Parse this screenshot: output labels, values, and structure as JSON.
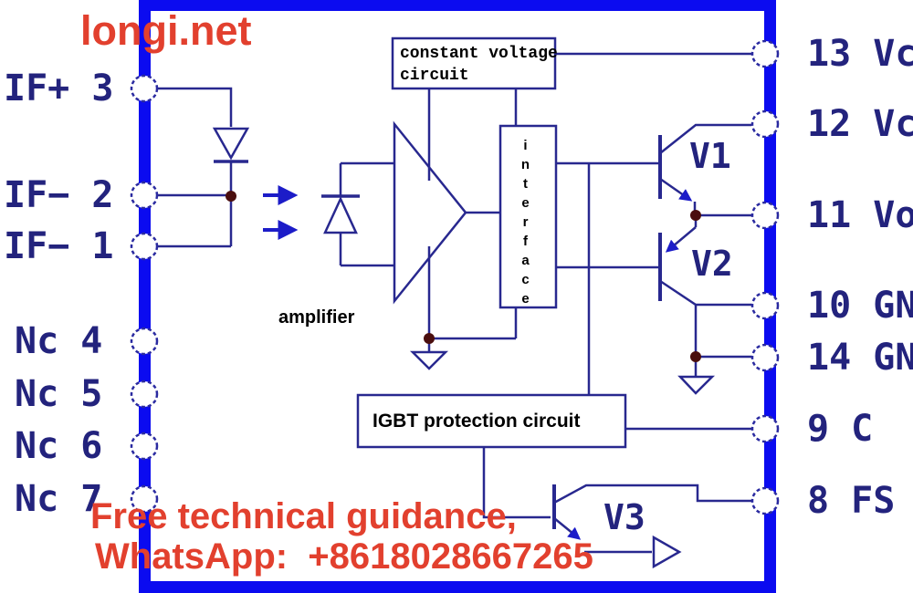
{
  "watermarks": {
    "site": "longi.net",
    "guidance_line1": "Free technical guidance,",
    "guidance_line2": "WhatsApp:  +8618028667265"
  },
  "pins": {
    "left": [
      {
        "label": "IF+ 3"
      },
      {
        "label": "IF− 2"
      },
      {
        "label": "IF− 1"
      },
      {
        "label": "Nc 4"
      },
      {
        "label": "Nc 5"
      },
      {
        "label": "Nc 6"
      },
      {
        "label": "Nc 7"
      }
    ],
    "right": [
      {
        "label": "13 Vc"
      },
      {
        "label": "12 Vc"
      },
      {
        "label": "11 Vo"
      },
      {
        "label": "10 GN"
      },
      {
        "label": "14 GN"
      },
      {
        "label": "9 C"
      },
      {
        "label": "8 FS"
      }
    ]
  },
  "blocks": {
    "constant_voltage": "constant voltage\ncircuit",
    "interface": "interface",
    "amplifier": "amplifier",
    "igbt_protection": "IGBT protection circuit"
  },
  "transistors": {
    "v1": "V1",
    "v2": "V2",
    "v3": "V3"
  },
  "colors": {
    "border_blue": "#0b0bf0",
    "wire_navy": "#28288f",
    "label_navy": "#23237d",
    "text_black": "#000000",
    "watermark_red": "#e2402e",
    "junction_maroon": "#4a0e0e",
    "arrow_blue": "#1c1cc8"
  }
}
